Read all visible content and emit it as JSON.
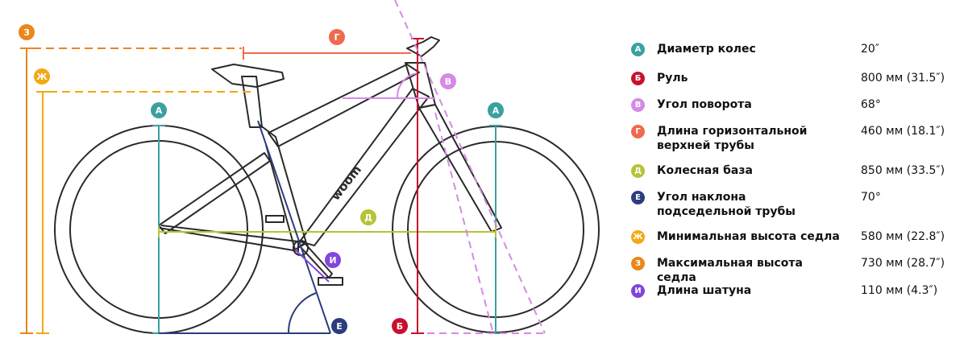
{
  "brand": "woom",
  "legend": [
    {
      "letter": "А",
      "label": "Диаметр колес",
      "value": "20″",
      "color": "#3aa0a0"
    },
    {
      "letter": "Б",
      "label": "Руль",
      "value": "800 мм (31.5″)",
      "color": "#c8102e"
    },
    {
      "letter": "В",
      "label": "Угол поворота",
      "value": "68°",
      "color": "#d58ae6"
    },
    {
      "letter": "Г",
      "label": "Длина горизонтальной верхней трубы",
      "value": "460 мм (18.1″)",
      "color": "#ee6b4d"
    },
    {
      "letter": "Д",
      "label": "Колесная база",
      "value": "850 мм (33.5″)",
      "color": "#b5c334"
    },
    {
      "letter": "Е",
      "label": "Угол наклона подседельной трубы",
      "value": "70°",
      "color": "#2b3d7d"
    },
    {
      "letter": "Ж",
      "label": "Минимальная высота седла",
      "value": "580 мм (22.8″)",
      "color": "#f2a814"
    },
    {
      "letter": "З",
      "label": "Максимальная высота седла",
      "value": "730 мм (28.7″)",
      "color": "#e9871a"
    },
    {
      "letter": "И",
      "label": "Длина шатуна",
      "value": "110 мм (4.3″)",
      "color": "#8245df"
    }
  ]
}
